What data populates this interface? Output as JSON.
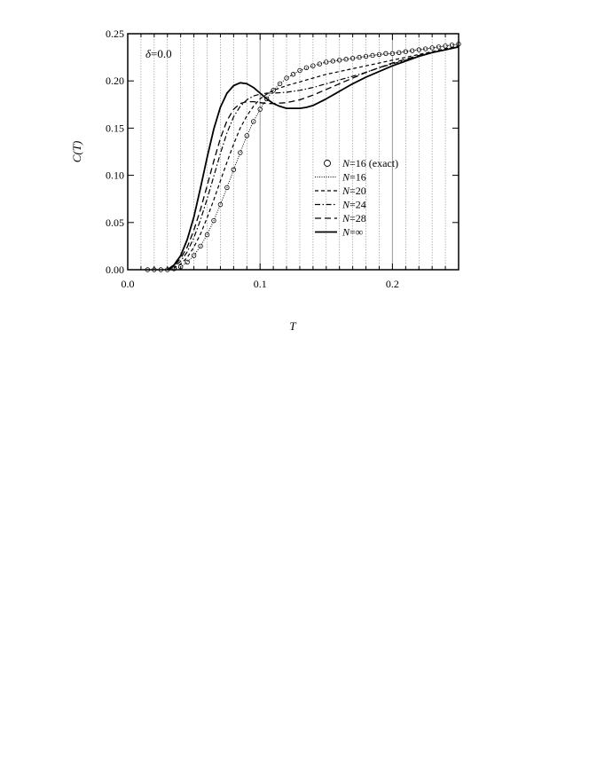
{
  "chart_data": {
    "type": "line",
    "title": "",
    "annotation": "δ=0.0",
    "xlabel": "T",
    "ylabel": "C(T)",
    "xlim": [
      0.0,
      0.25
    ],
    "ylim": [
      0.0,
      0.25
    ],
    "xticks": [
      0.0,
      0.1,
      0.2
    ],
    "xtick_labels": [
      "0.0",
      "0.1",
      "0.2"
    ],
    "yticks": [
      0.0,
      0.05,
      0.1,
      0.15,
      0.2,
      0.25
    ],
    "ytick_labels": [
      "0.00",
      "0.05",
      "0.10",
      "0.15",
      "0.20",
      "0.25"
    ],
    "grid": "vertical dotted lines every 0.01 (solid at 0.1, 0.2)",
    "legend_position": "center-right",
    "legend": [
      {
        "label": "N=16 (exact)",
        "style": "circles"
      },
      {
        "label": "N=16",
        "style": "dotted"
      },
      {
        "label": "N=20",
        "style": "short-dashed"
      },
      {
        "label": "N=24",
        "style": "dash-dot"
      },
      {
        "label": "N=28",
        "style": "long-dashed"
      },
      {
        "label": "N=∞",
        "style": "solid"
      }
    ],
    "series": [
      {
        "name": "N=16 (exact)",
        "style": "circles",
        "x": [
          0.015,
          0.02,
          0.025,
          0.03,
          0.035,
          0.04,
          0.045,
          0.05,
          0.055,
          0.06,
          0.065,
          0.07,
          0.075,
          0.08,
          0.085,
          0.09,
          0.095,
          0.1,
          0.105,
          0.11,
          0.115,
          0.12,
          0.125,
          0.13,
          0.135,
          0.14,
          0.145,
          0.15,
          0.155,
          0.16,
          0.165,
          0.17,
          0.175,
          0.18,
          0.185,
          0.19,
          0.195,
          0.2,
          0.205,
          0.21,
          0.215,
          0.22,
          0.225,
          0.23,
          0.235,
          0.24,
          0.245,
          0.25
        ],
        "y": [
          0.0,
          0.0,
          0.0,
          0.0,
          0.001,
          0.003,
          0.008,
          0.015,
          0.025,
          0.037,
          0.052,
          0.069,
          0.087,
          0.106,
          0.124,
          0.142,
          0.157,
          0.17,
          0.181,
          0.19,
          0.197,
          0.203,
          0.207,
          0.211,
          0.214,
          0.216,
          0.218,
          0.22,
          0.221,
          0.222,
          0.223,
          0.224,
          0.225,
          0.226,
          0.227,
          0.228,
          0.229,
          0.229,
          0.23,
          0.231,
          0.232,
          0.233,
          0.234,
          0.235,
          0.236,
          0.237,
          0.238,
          0.239
        ]
      },
      {
        "name": "N=16",
        "style": "dotted",
        "x": [
          0.03,
          0.035,
          0.04,
          0.045,
          0.05,
          0.055,
          0.06,
          0.065,
          0.07,
          0.075,
          0.08,
          0.085,
          0.09,
          0.095,
          0.1,
          0.105,
          0.11,
          0.115,
          0.12,
          0.13,
          0.14,
          0.15,
          0.16,
          0.17,
          0.18,
          0.19,
          0.2,
          0.21,
          0.22,
          0.23,
          0.24,
          0.25
        ],
        "y": [
          0.0,
          0.001,
          0.003,
          0.008,
          0.015,
          0.025,
          0.037,
          0.052,
          0.069,
          0.087,
          0.106,
          0.124,
          0.142,
          0.157,
          0.17,
          0.181,
          0.19,
          0.197,
          0.203,
          0.211,
          0.216,
          0.22,
          0.222,
          0.224,
          0.226,
          0.228,
          0.229,
          0.231,
          0.233,
          0.235,
          0.237,
          0.239
        ]
      },
      {
        "name": "N=20",
        "style": "short-dashed",
        "x": [
          0.03,
          0.035,
          0.04,
          0.045,
          0.05,
          0.055,
          0.06,
          0.065,
          0.07,
          0.075,
          0.08,
          0.085,
          0.09,
          0.095,
          0.1,
          0.105,
          0.11,
          0.12,
          0.13,
          0.14,
          0.15,
          0.16,
          0.17,
          0.18,
          0.19,
          0.2,
          0.21,
          0.22,
          0.23,
          0.24,
          0.25
        ],
        "y": [
          0.0,
          0.002,
          0.006,
          0.013,
          0.024,
          0.038,
          0.055,
          0.074,
          0.094,
          0.114,
          0.133,
          0.15,
          0.163,
          0.173,
          0.181,
          0.186,
          0.19,
          0.195,
          0.199,
          0.203,
          0.207,
          0.21,
          0.213,
          0.216,
          0.219,
          0.222,
          0.225,
          0.228,
          0.231,
          0.234,
          0.237
        ]
      },
      {
        "name": "N=24",
        "style": "dash-dot",
        "x": [
          0.03,
          0.035,
          0.04,
          0.045,
          0.05,
          0.055,
          0.06,
          0.065,
          0.07,
          0.075,
          0.08,
          0.085,
          0.09,
          0.095,
          0.1,
          0.105,
          0.11,
          0.12,
          0.13,
          0.14,
          0.15,
          0.16,
          0.17,
          0.18,
          0.19,
          0.2,
          0.21,
          0.22,
          0.23,
          0.24,
          0.25
        ],
        "y": [
          0.0,
          0.003,
          0.009,
          0.019,
          0.034,
          0.053,
          0.075,
          0.099,
          0.123,
          0.145,
          0.162,
          0.173,
          0.18,
          0.184,
          0.186,
          0.187,
          0.187,
          0.188,
          0.19,
          0.193,
          0.197,
          0.201,
          0.205,
          0.209,
          0.214,
          0.218,
          0.222,
          0.226,
          0.23,
          0.233,
          0.236
        ]
      },
      {
        "name": "N=28",
        "style": "long-dashed",
        "x": [
          0.03,
          0.035,
          0.04,
          0.045,
          0.05,
          0.055,
          0.06,
          0.065,
          0.07,
          0.075,
          0.08,
          0.085,
          0.09,
          0.095,
          0.1,
          0.105,
          0.11,
          0.12,
          0.13,
          0.14,
          0.15,
          0.16,
          0.17,
          0.18,
          0.19,
          0.2,
          0.21,
          0.22,
          0.23,
          0.24,
          0.25
        ],
        "y": [
          0.0,
          0.004,
          0.012,
          0.024,
          0.042,
          0.064,
          0.089,
          0.115,
          0.139,
          0.158,
          0.17,
          0.176,
          0.178,
          0.178,
          0.177,
          0.176,
          0.176,
          0.177,
          0.18,
          0.185,
          0.191,
          0.197,
          0.203,
          0.209,
          0.214,
          0.219,
          0.223,
          0.227,
          0.23,
          0.233,
          0.236
        ]
      },
      {
        "name": "N=∞",
        "style": "solid",
        "x": [
          0.03,
          0.035,
          0.04,
          0.045,
          0.05,
          0.055,
          0.06,
          0.065,
          0.07,
          0.075,
          0.08,
          0.085,
          0.09,
          0.095,
          0.1,
          0.105,
          0.11,
          0.115,
          0.12,
          0.125,
          0.13,
          0.135,
          0.14,
          0.15,
          0.16,
          0.17,
          0.18,
          0.19,
          0.2,
          0.21,
          0.22,
          0.23,
          0.24,
          0.25
        ],
        "y": [
          0.0,
          0.005,
          0.015,
          0.032,
          0.056,
          0.087,
          0.119,
          0.149,
          0.172,
          0.187,
          0.195,
          0.198,
          0.197,
          0.193,
          0.187,
          0.181,
          0.176,
          0.173,
          0.171,
          0.171,
          0.171,
          0.172,
          0.174,
          0.181,
          0.189,
          0.197,
          0.204,
          0.21,
          0.216,
          0.221,
          0.226,
          0.23,
          0.233,
          0.236
        ]
      }
    ]
  }
}
